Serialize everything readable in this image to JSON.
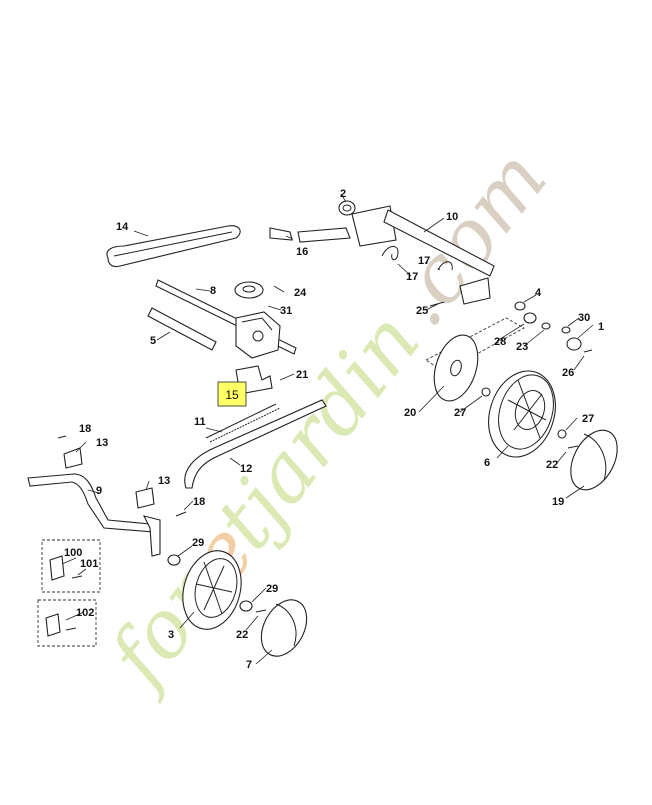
{
  "watermark": {
    "text_a": "for",
    "text_b": "e",
    "text_c": "tjardin",
    "text_d": ".com",
    "color_main": "#dbe9b4",
    "color_accent": "#f4cfa6",
    "color_tail": "#d9cfc2"
  },
  "highlight": {
    "label": "15",
    "color": "#ffff66"
  },
  "callouts": {
    "c1": "1",
    "c2": "2",
    "c3": "3",
    "c4": "4",
    "c5": "5",
    "c6": "6",
    "c7": "7",
    "c8": "8",
    "c9": "9",
    "c10": "10",
    "c11": "11",
    "c12": "12",
    "c13a": "13",
    "c13b": "13",
    "c14": "14",
    "c16": "16",
    "c17a": "17",
    "c17b": "17",
    "c18a": "18",
    "c18b": "18",
    "c19": "19",
    "c20": "20",
    "c21": "21",
    "c22a": "22",
    "c22b": "22",
    "c23": "23",
    "c24": "24",
    "c25": "25",
    "c26": "26",
    "c27a": "27",
    "c27b": "27",
    "c28": "28",
    "c29a": "29",
    "c29b": "29",
    "c30": "30",
    "c31": "31",
    "c100": "100",
    "c101": "101",
    "c102": "102"
  }
}
